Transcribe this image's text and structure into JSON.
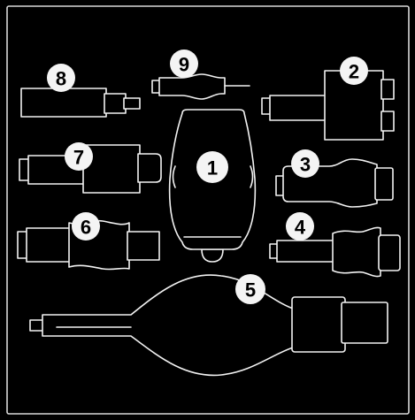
{
  "colors": {
    "background": "#000000",
    "outline": "#f2f2f2",
    "frame": "#d8d8d8",
    "badge_fill": "#f4f4f4",
    "badge_text": "#000000"
  },
  "badges": {
    "b1": "1",
    "b2": "2",
    "b3": "3",
    "b4": "4",
    "b5": "5",
    "b6": "6",
    "b7": "7",
    "b8": "8",
    "b9": "9"
  }
}
